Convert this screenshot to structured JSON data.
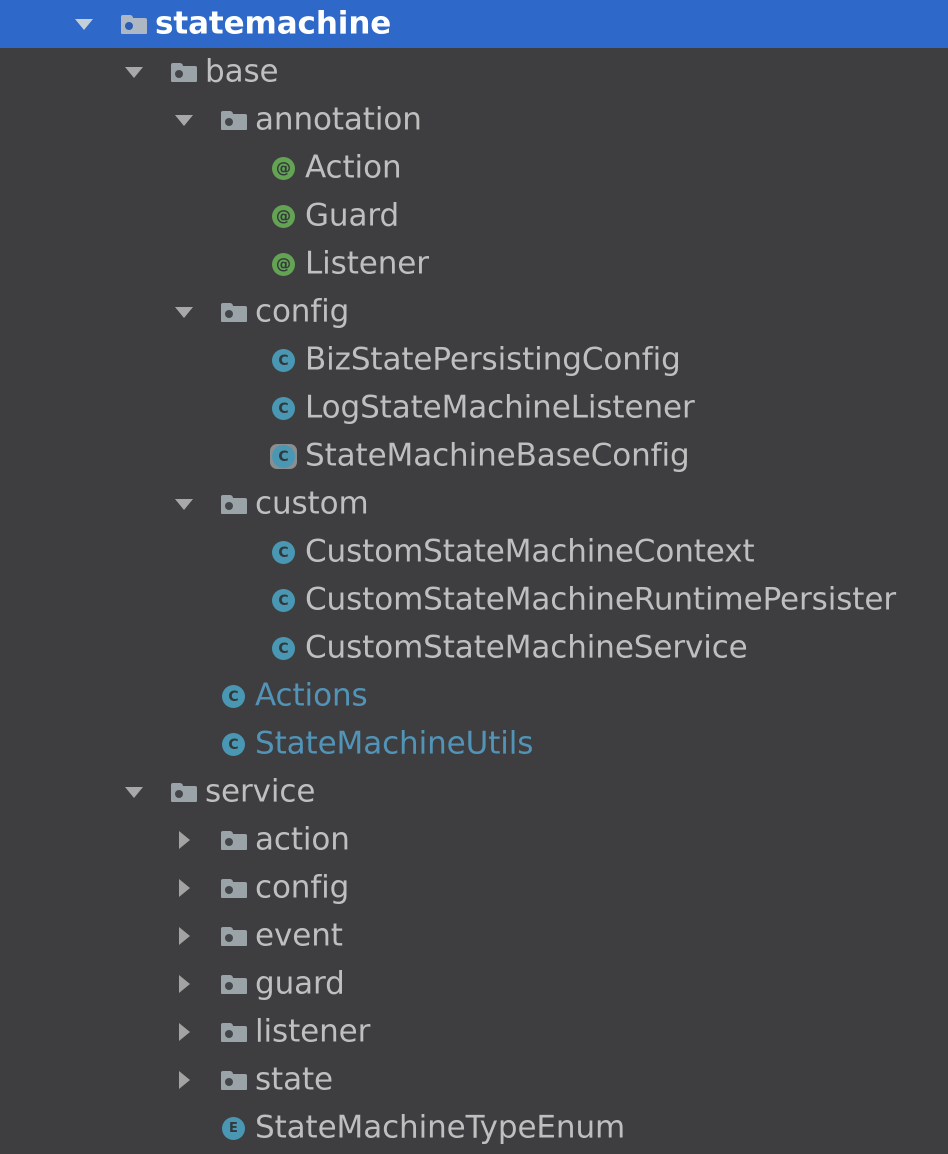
{
  "panel": {
    "name": "project-tree",
    "background_color": "#3e3e40",
    "selection_color": "#2e68c8",
    "text_color": "#bfbfbf",
    "modified_text_color": "#5294b8",
    "class_icon_color": "#4a97b3",
    "annotation_icon_color": "#63a353",
    "folder_icon_color": "#9aa3a8"
  },
  "tree": [
    {
      "label": "statemachine",
      "depth": 0,
      "icon": "folder-icon",
      "twisty": "chevron-down-icon",
      "selected": true,
      "modified": false
    },
    {
      "label": "base",
      "depth": 1,
      "icon": "folder-icon",
      "twisty": "chevron-down-icon",
      "selected": false,
      "modified": false
    },
    {
      "label": "annotation",
      "depth": 2,
      "icon": "folder-icon",
      "twisty": "chevron-down-icon",
      "selected": false,
      "modified": false
    },
    {
      "label": "Action",
      "depth": 3,
      "icon": "annotation-icon",
      "twisty": "none",
      "selected": false,
      "modified": false
    },
    {
      "label": "Guard",
      "depth": 3,
      "icon": "annotation-icon",
      "twisty": "none",
      "selected": false,
      "modified": false
    },
    {
      "label": "Listener",
      "depth": 3,
      "icon": "annotation-icon",
      "twisty": "none",
      "selected": false,
      "modified": false
    },
    {
      "label": "config",
      "depth": 2,
      "icon": "folder-icon",
      "twisty": "chevron-down-icon",
      "selected": false,
      "modified": false
    },
    {
      "label": "BizStatePersistingConfig",
      "depth": 3,
      "icon": "class-icon",
      "twisty": "none",
      "selected": false,
      "modified": false
    },
    {
      "label": "LogStateMachineListener",
      "depth": 3,
      "icon": "class-icon",
      "twisty": "none",
      "selected": false,
      "modified": false
    },
    {
      "label": "StateMachineBaseConfig",
      "depth": 3,
      "icon": "abstract-class-icon",
      "twisty": "none",
      "selected": false,
      "modified": false
    },
    {
      "label": "custom",
      "depth": 2,
      "icon": "folder-icon",
      "twisty": "chevron-down-icon",
      "selected": false,
      "modified": false
    },
    {
      "label": "CustomStateMachineContext",
      "depth": 3,
      "icon": "class-icon",
      "twisty": "none",
      "selected": false,
      "modified": false
    },
    {
      "label": "CustomStateMachineRuntimePersister",
      "depth": 3,
      "icon": "class-icon",
      "twisty": "none",
      "selected": false,
      "modified": false
    },
    {
      "label": "CustomStateMachineService",
      "depth": 3,
      "icon": "class-icon",
      "twisty": "none",
      "selected": false,
      "modified": false
    },
    {
      "label": "Actions",
      "depth": 2,
      "icon": "class-icon",
      "twisty": "none",
      "selected": false,
      "modified": true
    },
    {
      "label": "StateMachineUtils",
      "depth": 2,
      "icon": "class-icon",
      "twisty": "none",
      "selected": false,
      "modified": true
    },
    {
      "label": "service",
      "depth": 1,
      "icon": "folder-icon",
      "twisty": "chevron-down-icon",
      "selected": false,
      "modified": false
    },
    {
      "label": "action",
      "depth": 2,
      "icon": "folder-icon",
      "twisty": "chevron-right-icon",
      "selected": false,
      "modified": false
    },
    {
      "label": "config",
      "depth": 2,
      "icon": "folder-icon",
      "twisty": "chevron-right-icon",
      "selected": false,
      "modified": false
    },
    {
      "label": "event",
      "depth": 2,
      "icon": "folder-icon",
      "twisty": "chevron-right-icon",
      "selected": false,
      "modified": false
    },
    {
      "label": "guard",
      "depth": 2,
      "icon": "folder-icon",
      "twisty": "chevron-right-icon",
      "selected": false,
      "modified": false
    },
    {
      "label": "listener",
      "depth": 2,
      "icon": "folder-icon",
      "twisty": "chevron-right-icon",
      "selected": false,
      "modified": false
    },
    {
      "label": "state",
      "depth": 2,
      "icon": "folder-icon",
      "twisty": "chevron-right-icon",
      "selected": false,
      "modified": false
    },
    {
      "label": "StateMachineTypeEnum",
      "depth": 2,
      "icon": "enum-icon",
      "twisty": "none",
      "selected": false,
      "modified": false
    }
  ],
  "glyphs": {
    "annotation": "@",
    "class": "C",
    "enum": "E"
  }
}
